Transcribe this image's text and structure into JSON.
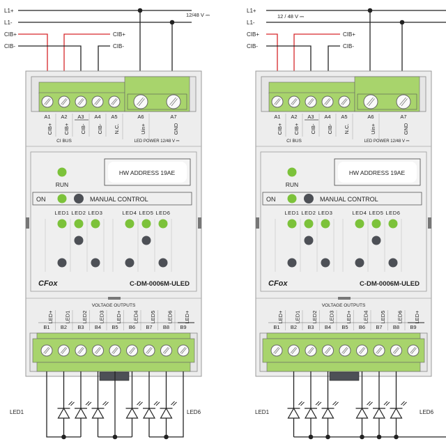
{
  "colors": {
    "wire": "#222222",
    "bus_wire": "#d6262a",
    "module_body": "#ededed",
    "module_border": "#9a9a9a",
    "terminal_green": "#a8d46c",
    "led_on": "#7cc23a",
    "led_off": "#4d5056",
    "label_text": "#222222"
  },
  "diagrams": [
    {
      "id": "left",
      "wiring": {
        "rails": [
          "L1+",
          "L1-",
          "CIB+",
          "CIB-"
        ],
        "bus_right_labels": [
          "CIB+",
          "CIB-"
        ],
        "voltage_label": "12/48 V ⎓"
      },
      "module": {
        "top_terminals": [
          {
            "num": "A1",
            "name": "CIB+"
          },
          {
            "num": "A2",
            "name": "CIB+"
          },
          {
            "num": "A3",
            "name": "CIB-"
          },
          {
            "num": "A4",
            "name": "CIB-"
          },
          {
            "num": "A5",
            "name": "N.C."
          },
          {
            "num": "A6",
            "name": "Uin+"
          },
          {
            "num": "A7",
            "name": "GND"
          }
        ],
        "ci_bus_label": "CI BUS",
        "led_power_label": "LED POWER 12/48 V ⎓",
        "hw_address": "HW ADDRESS 19AE",
        "run_label": "RUN",
        "on_label": "ON",
        "manual_control_label": "MANUAL CONTROL",
        "channel_labels": [
          "LED1",
          "LED2",
          "LED3",
          "LED4",
          "LED5",
          "LED6"
        ],
        "brand": "CFox",
        "model": "C-DM-0006M-ULED",
        "voltage_outputs_label": "VOLTAGE OUTPUTS",
        "bottom_terminals": [
          {
            "num": "B1",
            "name": "LED+"
          },
          {
            "num": "B2",
            "name": "LED1"
          },
          {
            "num": "B3",
            "name": "LED2"
          },
          {
            "num": "B4",
            "name": "LED3"
          },
          {
            "num": "B5",
            "name": "LED+"
          },
          {
            "num": "B6",
            "name": "LED4"
          },
          {
            "num": "B7",
            "name": "LED5"
          },
          {
            "num": "B8",
            "name": "LED6"
          },
          {
            "num": "B9",
            "name": "LED+"
          }
        ]
      },
      "led_labels": {
        "first": "LED1",
        "last": "LED6"
      }
    },
    {
      "id": "right",
      "wiring": {
        "rails": [
          "L1+",
          "L1-",
          "CIB+",
          "CIB-"
        ],
        "bus_right_labels": [
          "CIB+",
          "CIB-"
        ],
        "voltage_label": "12 / 48 V ⎓"
      },
      "module": {
        "top_terminals": [
          {
            "num": "A1",
            "name": "CIB+"
          },
          {
            "num": "A2",
            "name": "CIB+"
          },
          {
            "num": "A3",
            "name": "CIB-"
          },
          {
            "num": "A4",
            "name": "CIB-"
          },
          {
            "num": "A5",
            "name": "N.C."
          },
          {
            "num": "A6",
            "name": "Uin+"
          },
          {
            "num": "A7",
            "name": "GND"
          }
        ],
        "ci_bus_label": "CI BUS",
        "led_power_label": "LED POWER 12/48 V ⎓",
        "hw_address": "HW ADDRESS 19AE",
        "run_label": "RUN",
        "on_label": "ON",
        "manual_control_label": "MANUAL CONTROL",
        "channel_labels": [
          "LED1",
          "LED2",
          "LED3",
          "LED4",
          "LED5",
          "LED6"
        ],
        "brand": "CFox",
        "model": "C-DM-0006M-ULED",
        "voltage_outputs_label": "VOLTAGE OUTPUTS",
        "bottom_terminals": [
          {
            "num": "B1",
            "name": "LED+"
          },
          {
            "num": "B2",
            "name": "LED1"
          },
          {
            "num": "B3",
            "name": "LED2"
          },
          {
            "num": "B4",
            "name": "LED3"
          },
          {
            "num": "B5",
            "name": "LED+"
          },
          {
            "num": "B6",
            "name": "LED4"
          },
          {
            "num": "B7",
            "name": "LED5"
          },
          {
            "num": "B8",
            "name": "LED6"
          },
          {
            "num": "B9",
            "name": "LED+"
          }
        ]
      },
      "led_labels": {
        "first": "LED1",
        "last": "LED6"
      }
    }
  ],
  "indicators": {
    "run": "on",
    "on": "on",
    "manual_control": "off",
    "channel_row1": [
      "on",
      "on",
      "on",
      "on",
      "on",
      "on"
    ],
    "channel_row2": [
      "none",
      "off",
      "none",
      "none",
      "off",
      "none"
    ],
    "channel_row3": [
      "off",
      "none",
      "off",
      "off",
      "none",
      "off"
    ]
  }
}
